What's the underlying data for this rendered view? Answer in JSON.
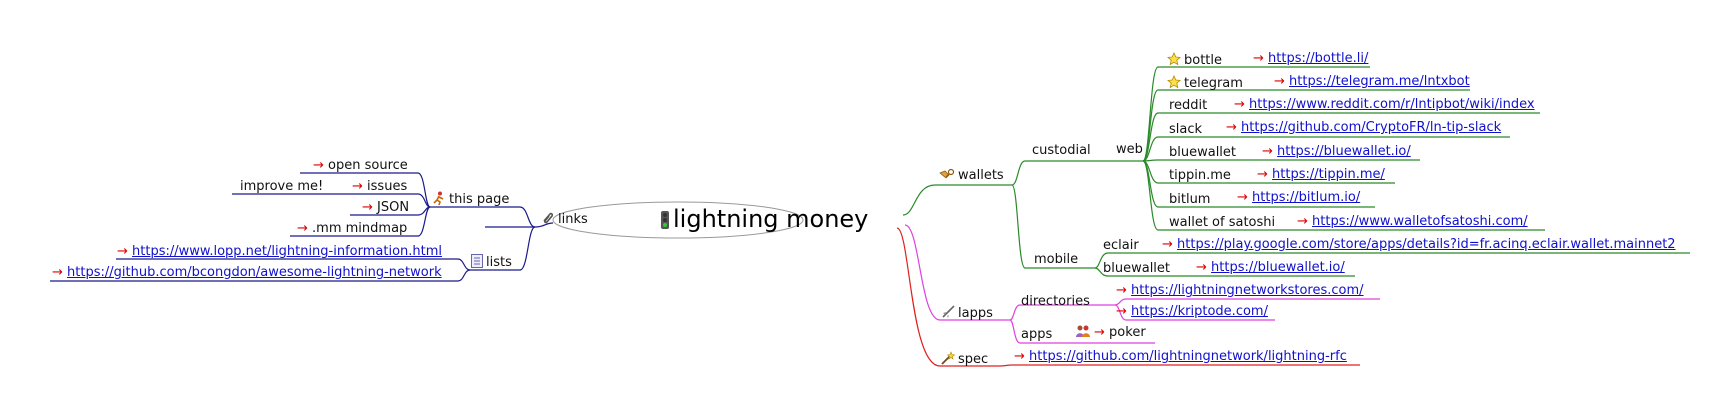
{
  "diagram": {
    "root": "lightning money",
    "branches": {
      "links": "links",
      "this_page": "this page",
      "open_source": "open source",
      "issues": "issues",
      "improve_me": "improve me!",
      "json": "JSON",
      "mm_mindmap": ".mm mindmap",
      "lists": "lists",
      "lopp_link": "https://www.lopp.net/lightning-information.html",
      "awesome_link": "https://github.com/bcongdon/awesome-lightning-network",
      "wallets": "wallets",
      "custodial": "custodial",
      "web": "web",
      "bottle": "bottle",
      "bottle_link": "https://bottle.li/",
      "telegram": "telegram",
      "telegram_link": "https://telegram.me/lntxbot",
      "reddit": "reddit",
      "reddit_link": "https://www.reddit.com/r/lntipbot/wiki/index",
      "slack": "slack",
      "slack_link": "https://github.com/CryptoFR/ln-tip-slack",
      "bluewallet": "bluewallet",
      "bluewallet_link": "https://bluewallet.io/",
      "tippin": "tippin.me",
      "tippin_link": "https://tippin.me/",
      "bitlum": "bitlum",
      "bitlum_link": "https://bitlum.io/",
      "wos": "wallet of satoshi",
      "wos_link": "https://www.walletofsatoshi.com/",
      "mobile": "mobile",
      "eclair": "eclair",
      "eclair_link": "https://play.google.com/store/apps/details?id=fr.acinq.eclair.wallet.mainnet2",
      "bluewallet_mobile": "bluewallet",
      "bluewallet_mobile_link": "https://bluewallet.io/",
      "lapps": "lapps",
      "directories": "directories",
      "lnstores_link": "https://lightningnetworkstores.com/",
      "kriptode_link": "https://kriptode.com/",
      "apps": "apps",
      "poker": "poker",
      "spec": "spec",
      "spec_link": "https://github.com/lightningnetwork/lightning-rfc"
    },
    "colors": {
      "links_branch": "#1a1a8c",
      "wallets_branch": "#2a8a2a",
      "lapps_branch": "#e040e0",
      "spec_branch": "#e02020",
      "hyperlink": "#1010cc",
      "link_arrow": "#dd0000"
    },
    "icons": [
      "traffic-light-icon",
      "paperclip-icon",
      "running-person-icon",
      "list-icon",
      "hand-key-icon",
      "star-icon",
      "rocket-icon",
      "magic-wand-icon",
      "people-icon",
      "red-arrow-icon"
    ]
  }
}
